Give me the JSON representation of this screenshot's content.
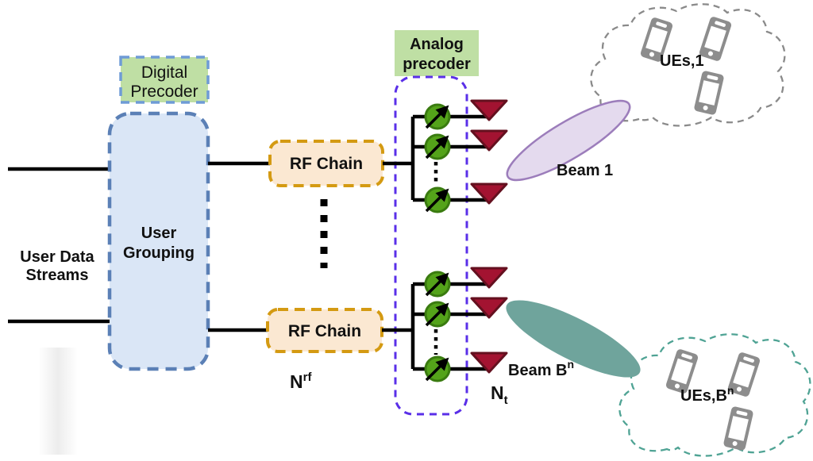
{
  "labels": {
    "user_data_streams": {
      "line1": "User Data",
      "line2": "Streams"
    },
    "digital_precoder": {
      "line1": "Digital",
      "line2": "Precoder"
    },
    "user_grouping": {
      "line1": "User",
      "line2": "Grouping"
    },
    "rf_chain_top": "RF Chain",
    "rf_chain_bottom": "RF Chain",
    "n_rf": {
      "base": "N",
      "sup": "rf"
    },
    "analog_precoder": {
      "line1": "Analog",
      "line2": "precoder"
    },
    "n_t": {
      "base": "N",
      "sub": "t"
    },
    "beam_1": "Beam 1",
    "beam_bn": {
      "base": "Beam B",
      "sup": "n"
    },
    "ues_1": "UEs,1",
    "ues_bn": {
      "base": "UEs,B",
      "sup": "n"
    }
  },
  "icons": {
    "phase_shifter": "phase-shifter-icon",
    "antenna": "antenna-icon",
    "ue_phone": "smartphone-icon",
    "rf_ellipsis": "vertical-ellipsis-dots"
  },
  "colors": {
    "green_label_fill": "#BFDFA4",
    "digital_label_border": "#6F9BD6",
    "user_grouping_fill": "#DAE6F6",
    "user_grouping_border": "#5B80B6",
    "rf_chain_fill": "#FBE8D2",
    "rf_chain_border": "#D49A12",
    "analog_box_border": "#5A2FE8",
    "phase_shifter_fill": "#54A31A",
    "phase_shifter_border": "#3A7B10",
    "antenna_fill": "#A31331",
    "antenna_border": "#64101F",
    "beam1_fill": "#E4DAEE",
    "beam1_border": "#9C7DBB",
    "beam_bn_fill": "#6FA49C",
    "cloud1_border": "#8A8A8A",
    "cloud_bn_border": "#4FA394",
    "phone_gray": "#8D8D8D",
    "line_black": "#000000"
  }
}
